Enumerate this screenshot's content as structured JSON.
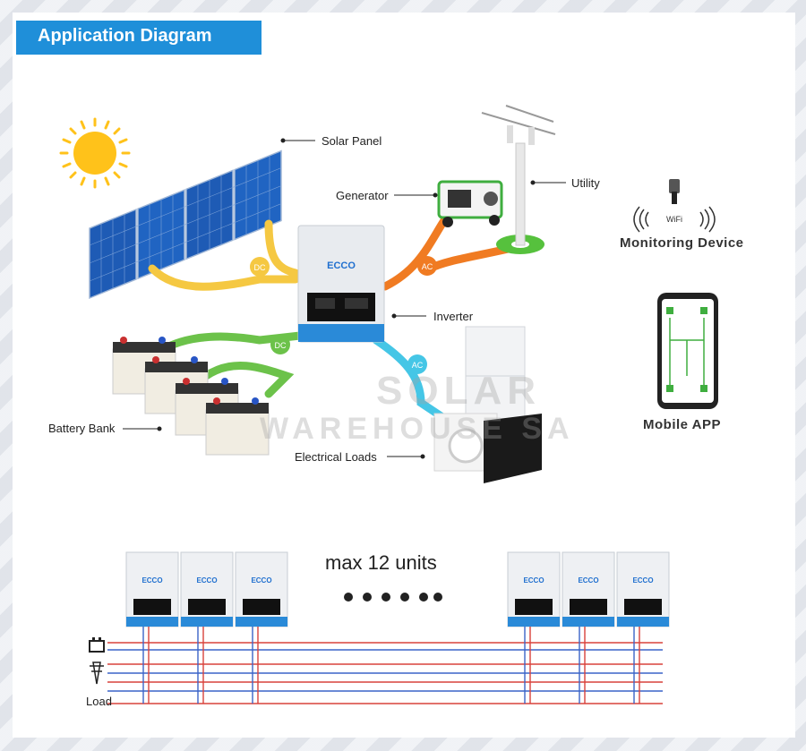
{
  "header": {
    "title": "Application Diagram"
  },
  "labels": {
    "solar_panel": "Solar Panel",
    "generator": "Generator",
    "utility": "Utility",
    "inverter": "Inverter",
    "battery_bank": "Battery Bank",
    "electrical_loads": "Electrical Loads",
    "monitoring_device": "Monitoring Device",
    "mobile_app": "Mobile APP",
    "wifi": "WiFi",
    "dc_1": "DC",
    "dc_2": "DC",
    "ac_1": "AC",
    "ac_2": "AC",
    "brand": "ECCO"
  },
  "parallel": {
    "max_units": "max 12 units",
    "load_label": "Load"
  },
  "watermark": {
    "line1": "SOLAR",
    "line2": "WAREHOUSE SA"
  },
  "colors": {
    "title_bg": "#1f8fd9",
    "dc_line": "#f5c842",
    "ac_generator_line": "#f07b22",
    "ac_load_line": "#45c6e6",
    "battery_line": "#6cc24a",
    "wire_red": "#d9423c",
    "wire_blue": "#3a64c8"
  },
  "icons": [
    "sun-icon",
    "solar-panel-icon",
    "generator-icon",
    "utility-pole-icon",
    "inverter-icon",
    "battery-icon",
    "refrigerator-icon",
    "washing-machine-icon",
    "tv-icon",
    "usb-dongle-icon",
    "wifi-icon",
    "smartphone-icon",
    "tower-icon",
    "battery-symbol-icon"
  ]
}
